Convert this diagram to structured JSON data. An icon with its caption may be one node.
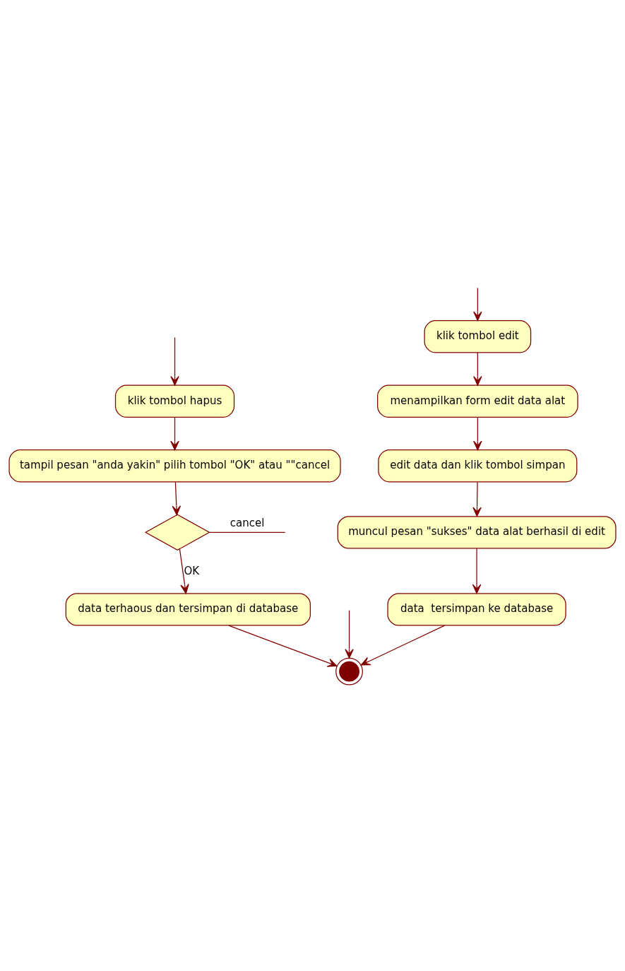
{
  "diagram": {
    "nodes": [
      {
        "text": [
          "klik tombol edit"
        ]
      },
      {
        "text": [
          "menampilkan form edit data alat"
        ]
      },
      {
        "text": [
          "edit data dan klik tombol simpan"
        ]
      },
      {
        "text": [
          "muncul pesan \"sukses\" data alat berhasil di edit"
        ]
      },
      {
        "text": [
          "data  tersimpan ke database"
        ]
      },
      {
        "text": [
          "klik tombol hapus"
        ]
      },
      {
        "text": [
          "tampil pesan \"anda yakin\" pilih tombol \"OK\" atau \"\"cancel"
        ]
      },
      {
        "text": [],
        "shape": "diamond"
      },
      {
        "text": [
          "data terhaous dan tersimpan di database"
        ]
      },
      {
        "text": [],
        "shape": "circle"
      }
    ],
    "edges": [
      {
        "from": null,
        "to": 0,
        "arrow": "to"
      },
      {
        "from": 0,
        "to": 1,
        "arrow": "to"
      },
      {
        "from": 1,
        "to": 2,
        "arrow": "to"
      },
      {
        "from": 2,
        "to": 3,
        "arrow": "to"
      },
      {
        "from": 3,
        "to": 4,
        "arrow": "to"
      },
      {
        "from": null,
        "to": 5,
        "arrow": "to"
      },
      {
        "from": 5,
        "to": 6,
        "arrow": "to"
      },
      {
        "from": 6,
        "to": 7,
        "arrow": "to"
      },
      {
        "from": 7,
        "to": null,
        "label": "cancel",
        "arrow": "none"
      },
      {
        "from": 7,
        "to": 8,
        "label": "OK",
        "arrow": "to"
      },
      {
        "from": 4,
        "to": 9,
        "arrow": "to"
      },
      {
        "from": null,
        "to": 9,
        "arrow": "to"
      },
      {
        "from": 8,
        "to": 9,
        "arrow": "to"
      }
    ]
  }
}
